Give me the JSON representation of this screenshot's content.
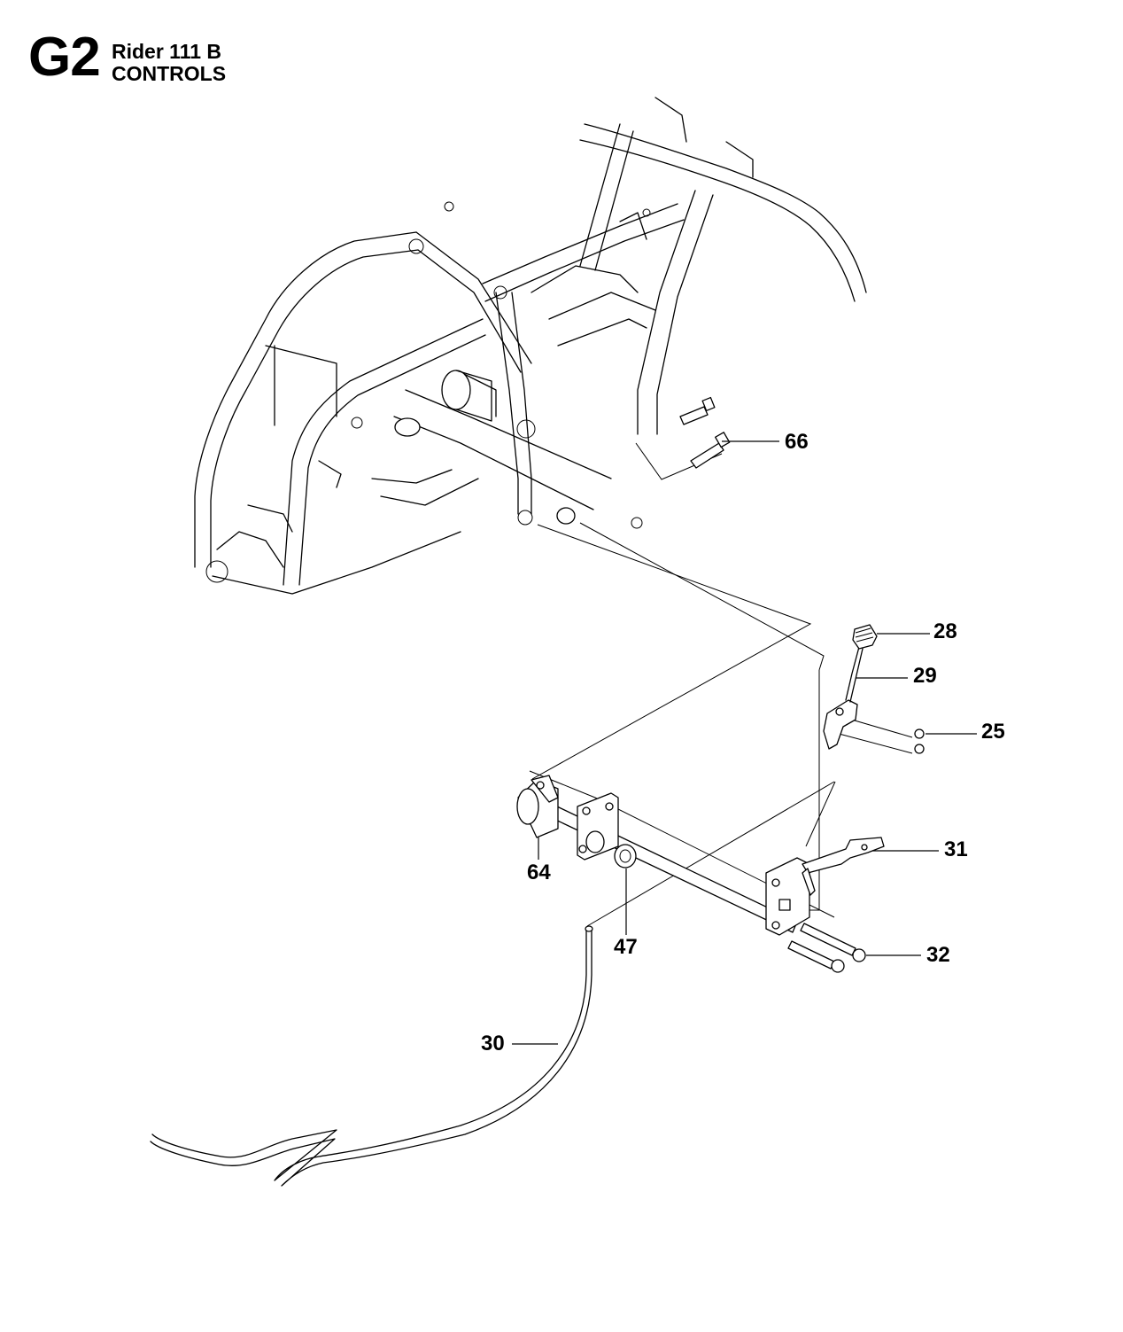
{
  "header": {
    "code": "G2",
    "model": "Rider 111 B",
    "section": "CONTROLS"
  },
  "callouts": [
    {
      "id": "66",
      "label": "66"
    },
    {
      "id": "28",
      "label": "28"
    },
    {
      "id": "29",
      "label": "29"
    },
    {
      "id": "25",
      "label": "25"
    },
    {
      "id": "31",
      "label": "31"
    },
    {
      "id": "64",
      "label": "64"
    },
    {
      "id": "47",
      "label": "47"
    },
    {
      "id": "32",
      "label": "32"
    },
    {
      "id": "30",
      "label": "30"
    }
  ]
}
